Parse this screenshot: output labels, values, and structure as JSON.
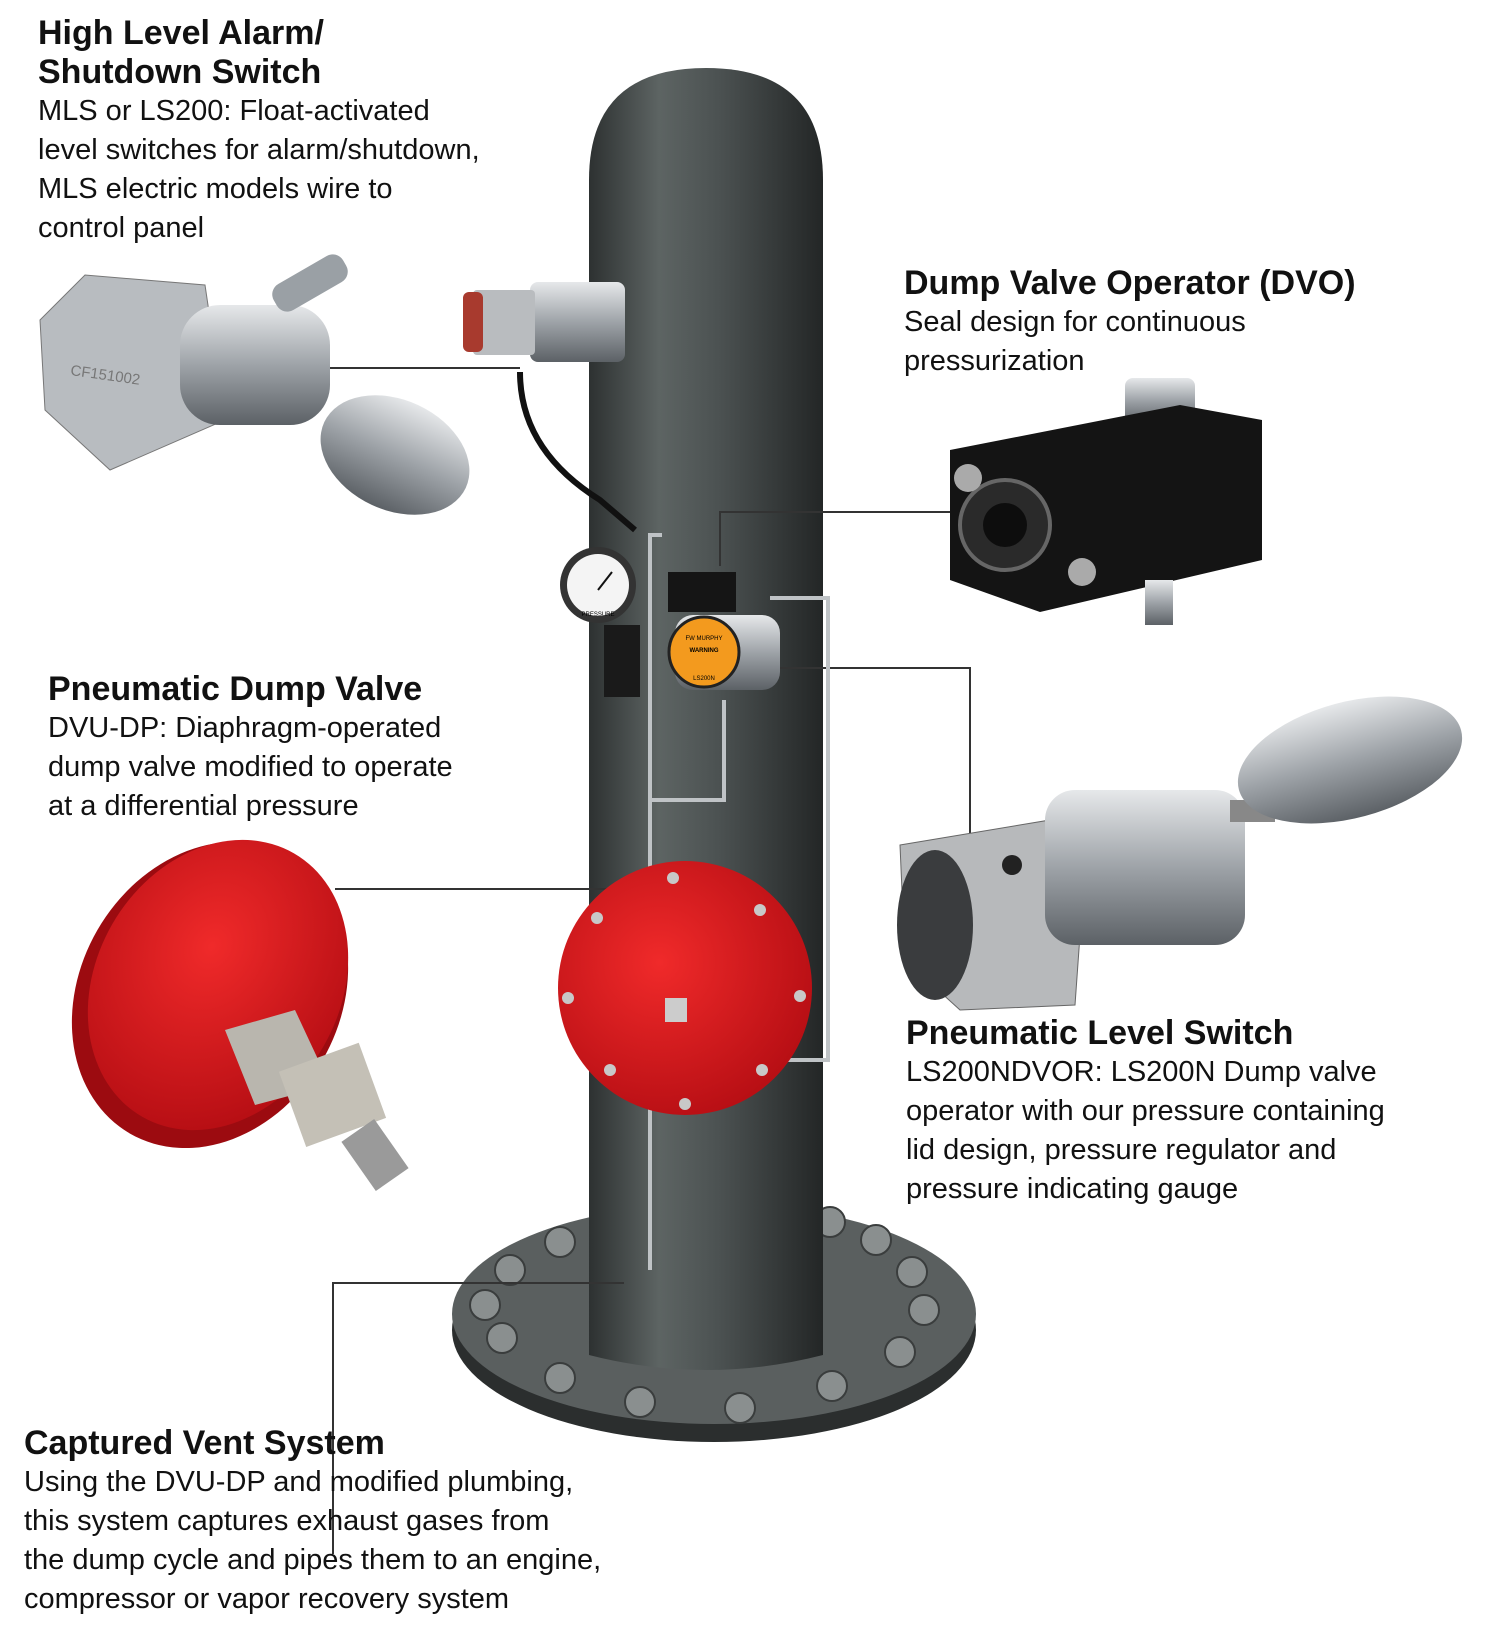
{
  "callouts": {
    "high_level": {
      "title": "High Level Alarm/\nShutdown Switch",
      "body": "MLS or LS200: Float-activated\nlevel switches for alarm/shutdown,\nMLS electric models wire to\ncontrol panel"
    },
    "dvo": {
      "title": "Dump Valve Operator (DVO)",
      "body": "Seal design for continuous\npressurization"
    },
    "dump_valve": {
      "title": "Pneumatic Dump Valve",
      "body": "DVU-DP: Diaphragm-operated\ndump valve modified to operate\nat a differential pressure"
    },
    "level_switch": {
      "title": "Pneumatic Level Switch",
      "body": "LS200NDVOR: LS200N Dump valve\noperator with our pressure containing\nlid design, pressure regulator and\npressure indicating gauge"
    },
    "vent": {
      "title": "Captured Vent System",
      "body": "Using the DVU-DP and modified plumbing,\nthis system captures exhaust gases from\nthe dump cycle and pipes them to an engine,\ncompressor or vapor recovery system"
    }
  },
  "labels": {
    "gauge": "PRESSURE",
    "warning": "WARNING",
    "brand": "FW MURPHY",
    "model": "LS200N",
    "part_mark": "CF151002"
  },
  "colors": {
    "column": "#4a4f4f",
    "diaphragm": "#d9141b",
    "warning": "#f39a1e",
    "leader": "#333333"
  }
}
